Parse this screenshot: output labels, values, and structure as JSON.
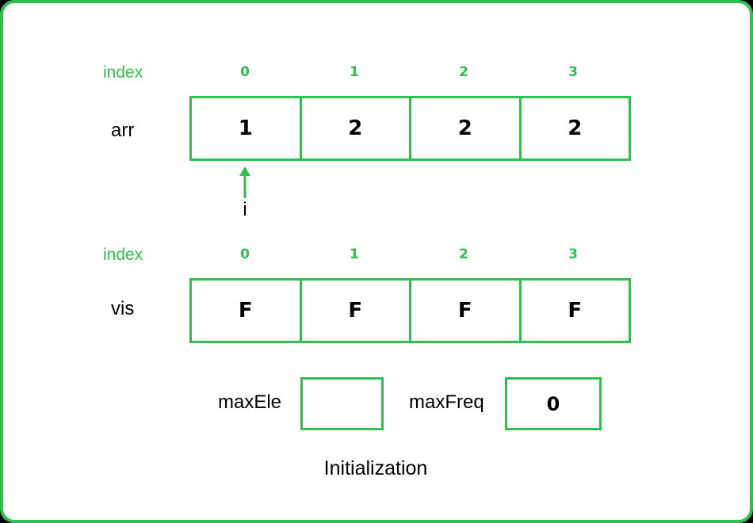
{
  "index_label": "index",
  "arr": {
    "label": "arr",
    "indices": [
      "0",
      "1",
      "2",
      "3"
    ],
    "values": [
      "1",
      "2",
      "2",
      "2"
    ]
  },
  "pointer": {
    "label": "i",
    "at_index": 0
  },
  "vis": {
    "label": "vis",
    "indices": [
      "0",
      "1",
      "2",
      "3"
    ],
    "values": [
      "F",
      "F",
      "F",
      "F"
    ]
  },
  "maxEle": {
    "label": "maxEle",
    "value": ""
  },
  "maxFreq": {
    "label": "maxFreq",
    "value": "0"
  },
  "caption": "Initialization",
  "colors": {
    "accent": "#2fbf4f",
    "background": "#ffffff",
    "text": "#000000"
  }
}
